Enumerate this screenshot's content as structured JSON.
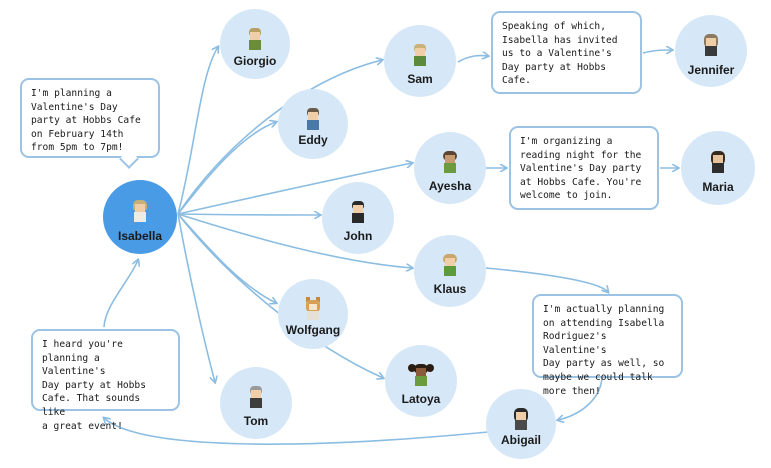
{
  "colors": {
    "edge": "#8bbde3",
    "node_fill": "#d6e8f7",
    "hub_fill": "#4a9be6",
    "bubble_border": "#9cc3e3"
  },
  "nodes": {
    "isabella": "Isabella",
    "giorgio": "Giorgio",
    "sam": "Sam",
    "jennifer": "Jennifer",
    "eddy": "Eddy",
    "ayesha": "Ayesha",
    "maria": "Maria",
    "john": "John",
    "klaus": "Klaus",
    "wolfgang": "Wolfgang",
    "latoya": "Latoya",
    "tom": "Tom",
    "abigail": "Abigail"
  },
  "bubbles": {
    "isabella": "I'm planning a\nValentine's Day\nparty at Hobbs Cafe\non February 14th\nfrom 5pm to 7pm!",
    "sam": "Speaking of which,\nIsabella has invited\nus to a Valentine's\nDay party at Hobbs\nCafe.",
    "ayesha": "I'm organizing a\nreading night for the\nValentine's Day party\nat Hobbs Cafe. You're\nwelcome to join.",
    "klaus": "I'm actually planning\non attending Isabella\nRodriguez's Valentine's\nDay party as well, so\nmaybe we could talk\nmore then!",
    "abigail": "I heard you're\nplanning a Valentine's\nDay party at Hobbs\nCafe. That sounds like\na great event!"
  }
}
